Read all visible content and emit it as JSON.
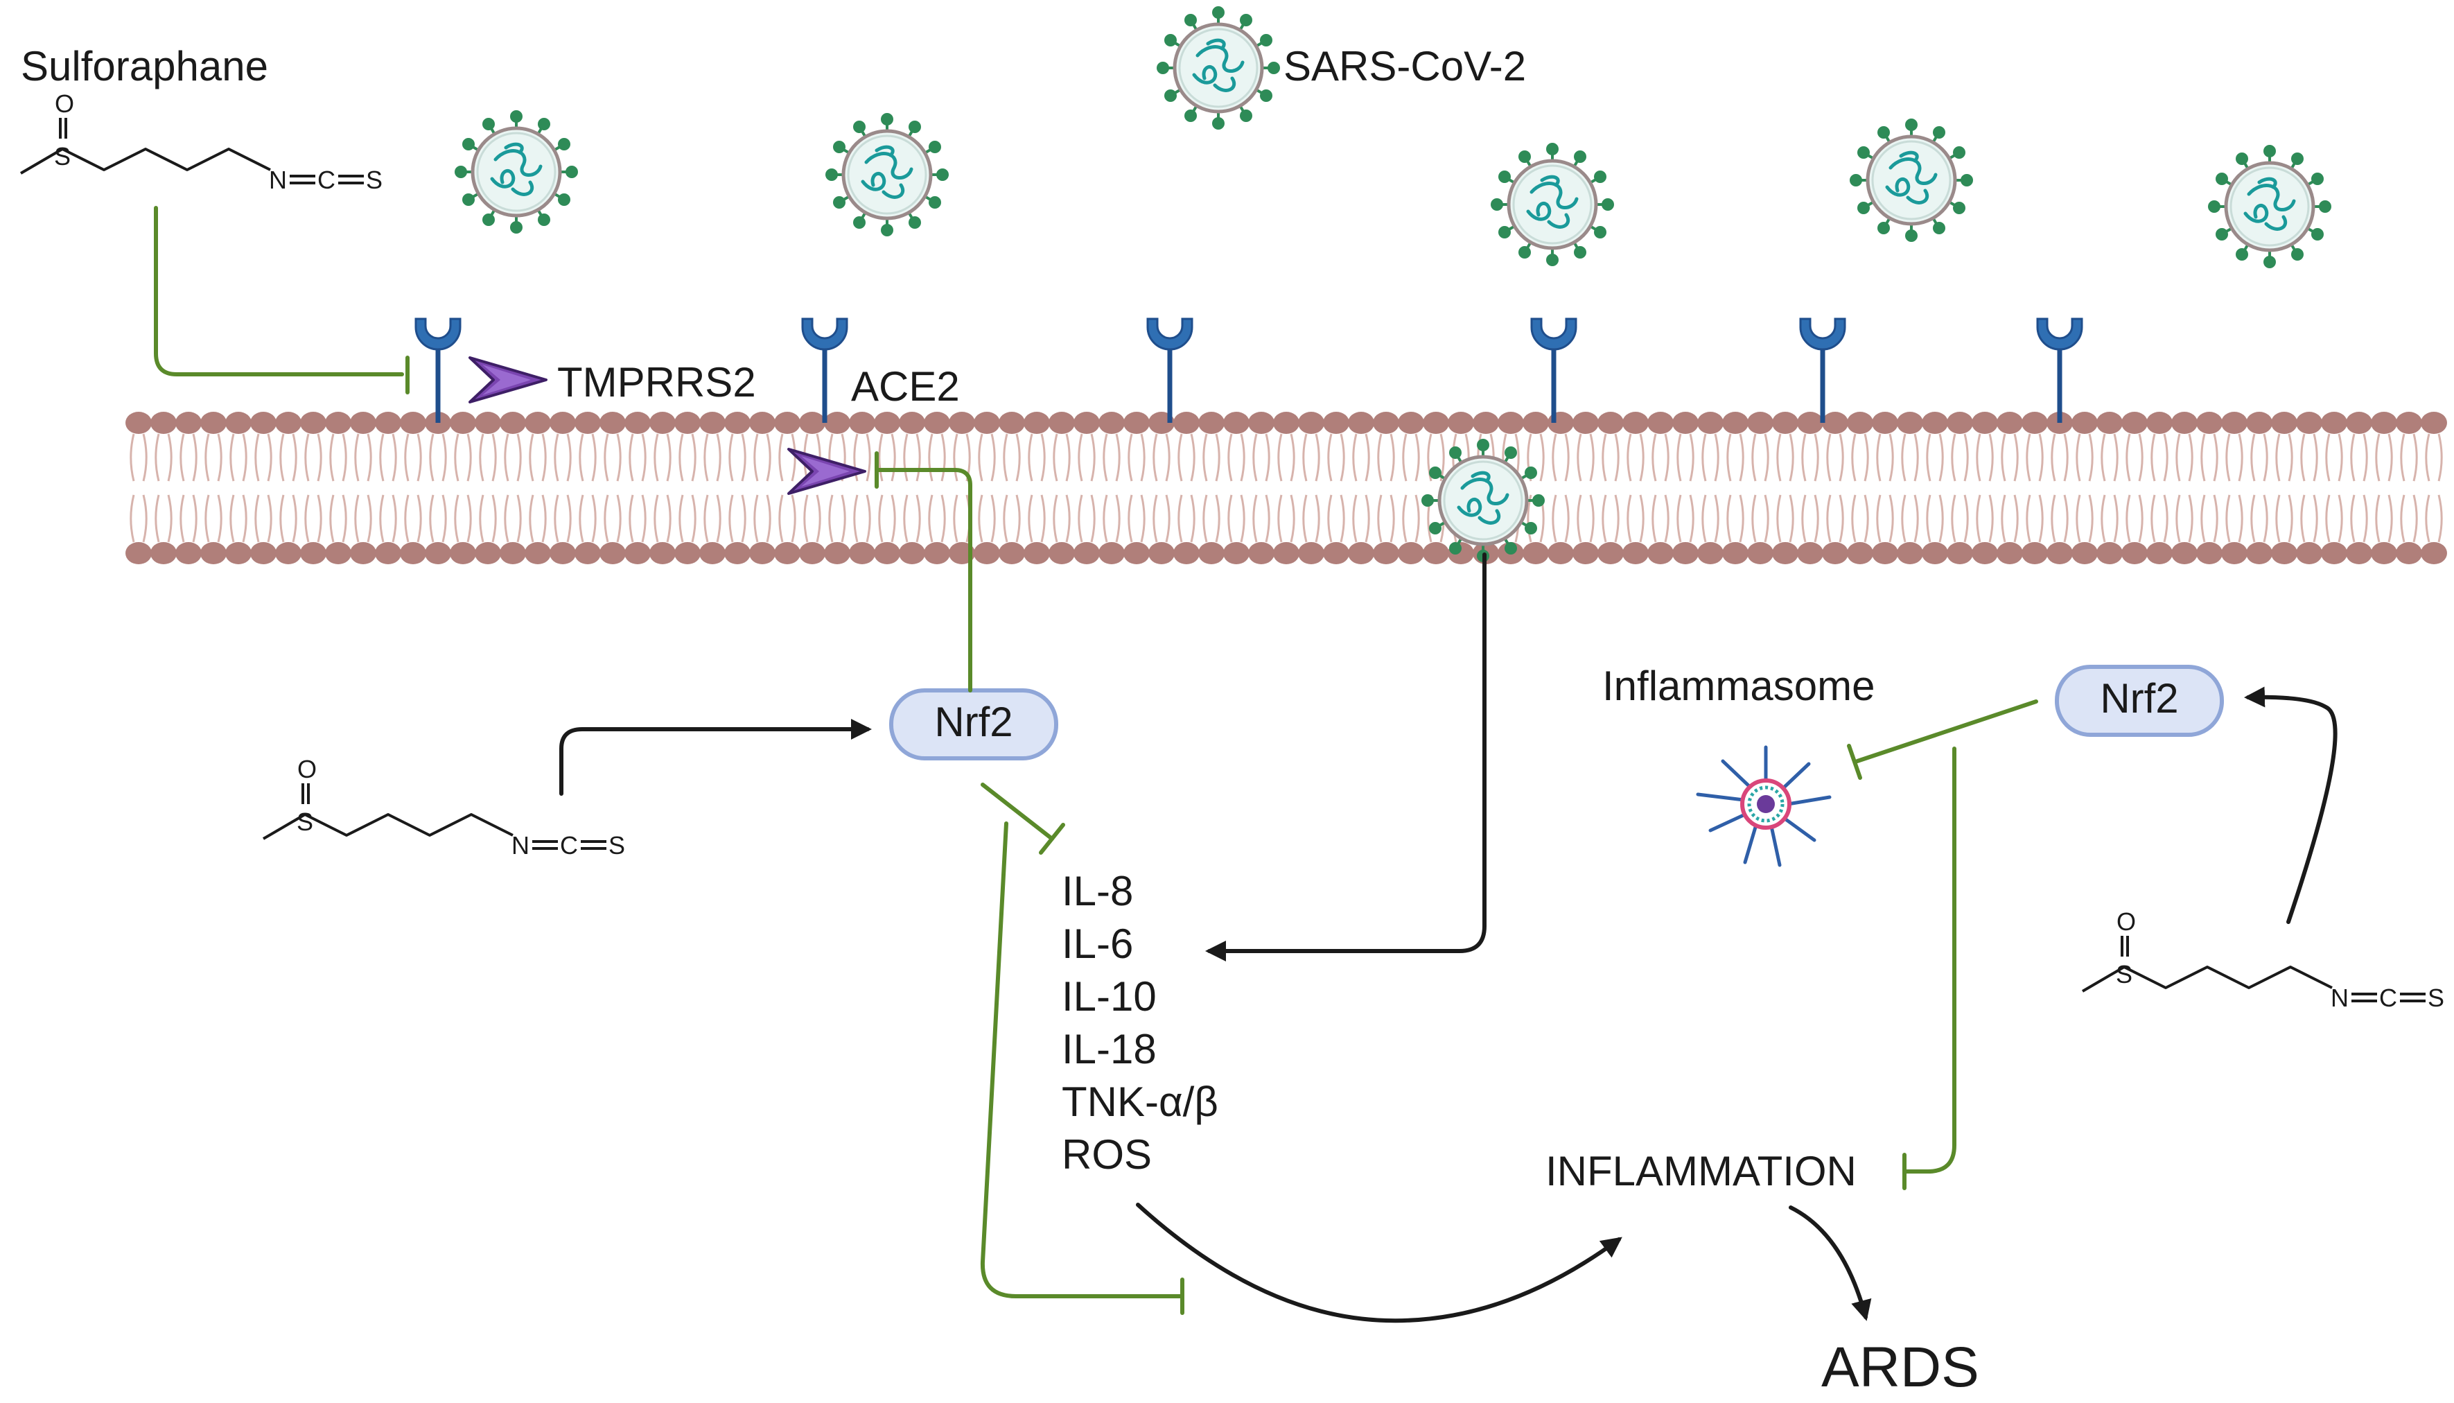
{
  "labels": {
    "sulforaphane": "Sulforaphane",
    "sars_cov_2": "SARS-CoV-2",
    "tmprss2": "TMPRRS2",
    "ace2": "ACE2",
    "nrf2_left": "Nrf2",
    "nrf2_right": "Nrf2",
    "inflammasome": "Inflammasome",
    "inflammation": "INFLAMMATION",
    "ards": "ARDS"
  },
  "cytokines": [
    "IL-8",
    "IL-6",
    "IL-10",
    "IL-18",
    "TNK-α/β",
    "ROS"
  ],
  "molecule": {
    "o": "O",
    "s": "S",
    "ncs": "N=C=S"
  },
  "colors": {
    "inhibition": "#5a8a2a",
    "activation": "#1a1a1a",
    "membrane_head": "#b07f7a",
    "membrane_tail": "#d7b3ac",
    "receptor": "#1f4e8c",
    "protease": "#6a3a9a",
    "nrf2_fill": "#dce4f6",
    "nrf2_stroke": "#8fa6d8",
    "virus_spike": "#2e8b57",
    "virus_rna": "#1a9a9a"
  }
}
